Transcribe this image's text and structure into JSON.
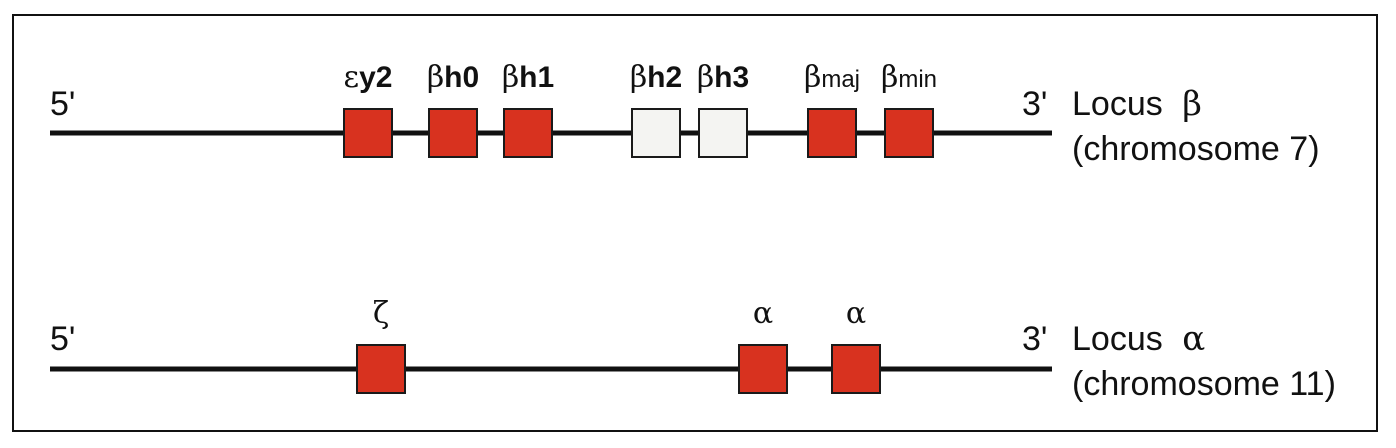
{
  "colors": {
    "active_gene": "#d8321f",
    "pseudogene": "#f4f4f2",
    "outline": "#1a1a1a",
    "line": "#111111"
  },
  "loci": [
    {
      "five_prime": "5'",
      "three_prime": "3'",
      "title_prefix": "Locus",
      "title_symbol": "β",
      "subtitle": "(chromosome 7)",
      "genes": [
        {
          "symbol": "ε",
          "suffix": "y2",
          "suffix_style": "strong",
          "state": "active"
        },
        {
          "symbol": "β",
          "suffix": "h0",
          "suffix_style": "strong",
          "state": "active"
        },
        {
          "symbol": "β",
          "suffix": "h1",
          "suffix_style": "strong",
          "state": "active"
        },
        {
          "symbol": "β",
          "suffix": "h2",
          "suffix_style": "strong",
          "state": "pseudo"
        },
        {
          "symbol": "β",
          "suffix": "h3",
          "suffix_style": "strong",
          "state": "pseudo"
        },
        {
          "symbol": "β",
          "suffix": "maj",
          "suffix_style": "small",
          "state": "active"
        },
        {
          "symbol": "β",
          "suffix": "min",
          "suffix_style": "small",
          "state": "active"
        }
      ]
    },
    {
      "five_prime": "5'",
      "three_prime": "3'",
      "title_prefix": "Locus",
      "title_symbol": "α",
      "subtitle": "(chromosome 11)",
      "genes": [
        {
          "symbol": "ζ",
          "suffix": "",
          "suffix_style": "strong",
          "state": "active"
        },
        {
          "symbol": "α",
          "suffix": "",
          "suffix_style": "strong",
          "state": "active"
        },
        {
          "symbol": "α",
          "suffix": "",
          "suffix_style": "strong",
          "state": "active"
        }
      ]
    }
  ]
}
